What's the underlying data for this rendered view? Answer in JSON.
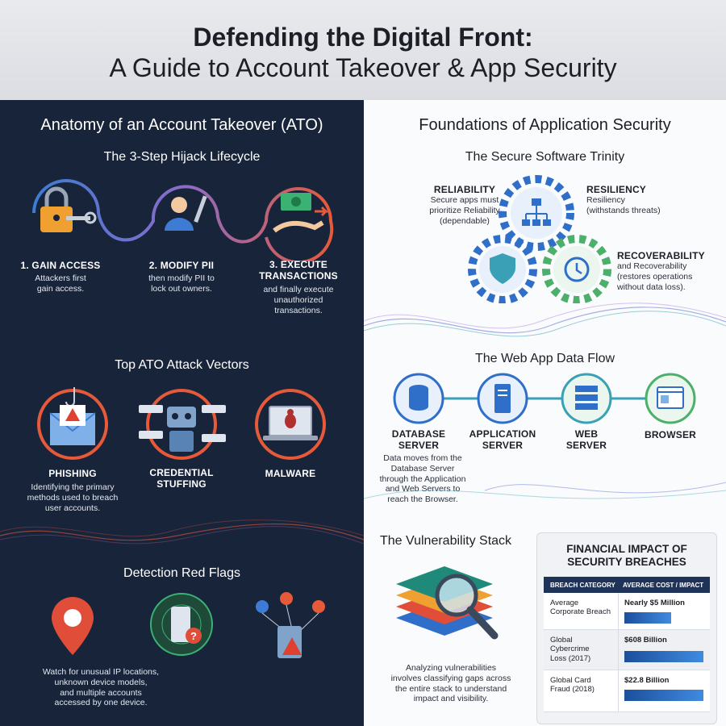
{
  "header": {
    "title_line1": "Defending the Digital Front:",
    "title_line2": "A Guide to Account Takeover & App Security"
  },
  "left": {
    "heading": "Anatomy of an Account Takeover (ATO)",
    "lifecycle": {
      "title": "The 3-Step Hijack Lifecycle",
      "steps": [
        {
          "label_lines": [
            "1. GAIN ACCESS"
          ],
          "desc_lines": [
            "Attackers first",
            "gain access."
          ],
          "icon": "padlock-key-icon"
        },
        {
          "label_lines": [
            "2. MODIFY PII"
          ],
          "desc_lines": [
            "then modify PII to",
            "lock out owners."
          ],
          "icon": "user-wrench-icon"
        },
        {
          "label_lines": [
            "3. EXECUTE",
            "TRANSACTIONS"
          ],
          "desc_lines": [
            "and finally execute",
            "unauthorized",
            "transactions."
          ],
          "icon": "money-hand-icon"
        }
      ]
    },
    "vectors": {
      "title": "Top ATO Attack Vectors",
      "items": [
        {
          "label_lines": [
            "PHISHING"
          ],
          "desc_lines": [
            "Identifying the primary",
            "methods used to breach",
            "user accounts."
          ],
          "icon": "phishing-envelope-icon"
        },
        {
          "label_lines": [
            "CREDENTIAL",
            "STUFFING"
          ],
          "desc_lines": [],
          "icon": "robot-passwords-icon"
        },
        {
          "label_lines": [
            "MALWARE"
          ],
          "desc_lines": [],
          "icon": "laptop-bug-icon"
        }
      ]
    },
    "red_flags": {
      "title": "Detection Red Flags",
      "desc_lines": [
        "Watch for unusual IP locations,",
        "unknown device models,",
        "and multiple accounts",
        "accessed by one device."
      ],
      "icons": [
        "location-pin-icon",
        "radar-device-icon",
        "multi-user-device-icon"
      ]
    }
  },
  "right": {
    "heading": "Foundations of Application Security",
    "trinity": {
      "title": "The Secure Software Trinity",
      "items": [
        {
          "label": "RELIABILITY",
          "desc_lines": [
            "Secure apps must",
            "prioritize Reliability",
            "(dependable)"
          ]
        },
        {
          "label": "RESILIENCY",
          "desc_lines": [
            "Resiliency",
            "(withstands threats)"
          ]
        },
        {
          "label": "RECOVERABILITY",
          "desc_lines": [
            "and Recoverability",
            "(restores operations",
            "without data loss)."
          ]
        }
      ]
    },
    "dataflow": {
      "title": "The Web App Data Flow",
      "nodes": [
        {
          "label_lines": [
            "DATABASE",
            "SERVER"
          ],
          "icon": "database-icon"
        },
        {
          "label_lines": [
            "APPLICATION",
            "SERVER"
          ],
          "icon": "server-tower-icon"
        },
        {
          "label_lines": [
            "WEB",
            "SERVER"
          ],
          "icon": "server-rack-icon"
        },
        {
          "label_lines": [
            "BROWSER"
          ],
          "icon": "browser-window-icon"
        }
      ],
      "desc_lines": [
        "Data moves from the",
        "Database Server",
        "through the Application",
        "and Web Servers to",
        "reach the Browser."
      ]
    },
    "stack": {
      "title": "The Vulnerability Stack",
      "desc_lines": [
        "Analyzing vulnerabilities",
        "involves classifying gaps across",
        "the entire stack to understand",
        "impact and visibility."
      ]
    },
    "financial": {
      "title_lines": [
        "FINANCIAL IMPACT OF",
        "SECURITY BREACHES"
      ],
      "col1": "BREACH CATEGORY",
      "col2": "AVERAGE COST / IMPACT",
      "rows": [
        {
          "category_lines": [
            "Average",
            "Corporate Breach"
          ],
          "value": "Nearly $5 Million",
          "amount_usd_billion": 0.005
        },
        {
          "category_lines": [
            "Global",
            "Cybercrime",
            "Loss (2017)"
          ],
          "value": "$608 Billion",
          "amount_usd_billion": 608
        },
        {
          "category_lines": [
            "Global Card",
            "Fraud (2018)"
          ],
          "value": "$22.8 Billion",
          "amount_usd_billion": 22.8
        }
      ]
    }
  },
  "colors": {
    "navy": "#17243a",
    "step1": "#3d7bd4",
    "step2": "#e65a3a",
    "gear_blue": "#2f6fc9",
    "gear_teal": "#3aa0b5",
    "gear_green": "#4caf6a",
    "table_bar": "#2a6cc2"
  }
}
